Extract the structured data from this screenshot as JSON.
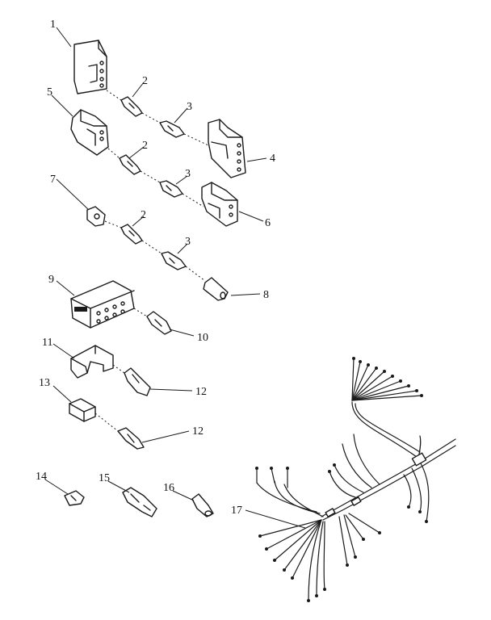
{
  "diagram": {
    "callouts": [
      {
        "id": "c1",
        "text": "1"
      },
      {
        "id": "c2a",
        "text": "2"
      },
      {
        "id": "c2b",
        "text": "2"
      },
      {
        "id": "c2c",
        "text": "2"
      },
      {
        "id": "c3a",
        "text": "3"
      },
      {
        "id": "c3b",
        "text": "3"
      },
      {
        "id": "c3c",
        "text": "3"
      },
      {
        "id": "c4",
        "text": "4"
      },
      {
        "id": "c5",
        "text": "5"
      },
      {
        "id": "c6",
        "text": "6"
      },
      {
        "id": "c7",
        "text": "7"
      },
      {
        "id": "c8",
        "text": "8"
      },
      {
        "id": "c9",
        "text": "9"
      },
      {
        "id": "c10",
        "text": "10"
      },
      {
        "id": "c11",
        "text": "11"
      },
      {
        "id": "c12a",
        "text": "12"
      },
      {
        "id": "c12b",
        "text": "12"
      },
      {
        "id": "c13",
        "text": "13"
      },
      {
        "id": "c14",
        "text": "14"
      },
      {
        "id": "c15",
        "text": "15"
      },
      {
        "id": "c16",
        "text": "16"
      },
      {
        "id": "c17",
        "text": "17"
      }
    ]
  }
}
